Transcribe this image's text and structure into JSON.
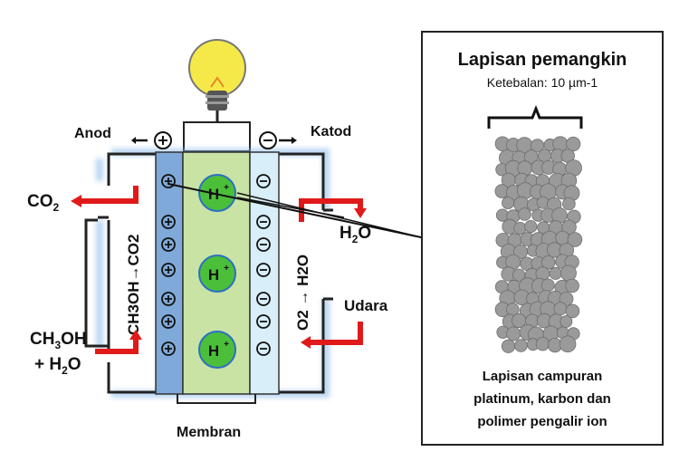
{
  "labels": {
    "anode": "Anod",
    "cathode": "Katod",
    "membrane": "Membran",
    "co2_out": "CO",
    "co2_out_sub": "2",
    "methanol": "CH",
    "methanol_sub": "3",
    "methanol_rest": "OH",
    "plus_water": "+ H",
    "plus_water_sub": "2",
    "plus_water_rest": "O",
    "water_out": "H",
    "water_out_sub": "2",
    "water_out_rest": "O",
    "air": "Udara",
    "reaction_left": "CH3OH→CO2",
    "reaction_right": "O2 → H2O",
    "proton": "H",
    "proton_sup": "+"
  },
  "inset": {
    "title": "Lapisan pemangkin",
    "thickness": "Ketebalan: 10 µm-1",
    "caption_line1": "Lapisan campuran",
    "caption_line2": "platinum, karbon dan",
    "caption_line3": "polimer pengalir ion"
  },
  "colors": {
    "anode_layer": "#7fa9d8",
    "membrane": "#c9e3a5",
    "cathode_layer": "#d8eef8",
    "proton": "#4cbf3a",
    "arrow": "#e01a1a",
    "bulb": "#f5e94a",
    "particle": "#9a9a9a"
  },
  "icons": {
    "bulb": "light-bulb-icon",
    "plus": "plus-charge-icon",
    "minus": "minus-charge-icon"
  }
}
